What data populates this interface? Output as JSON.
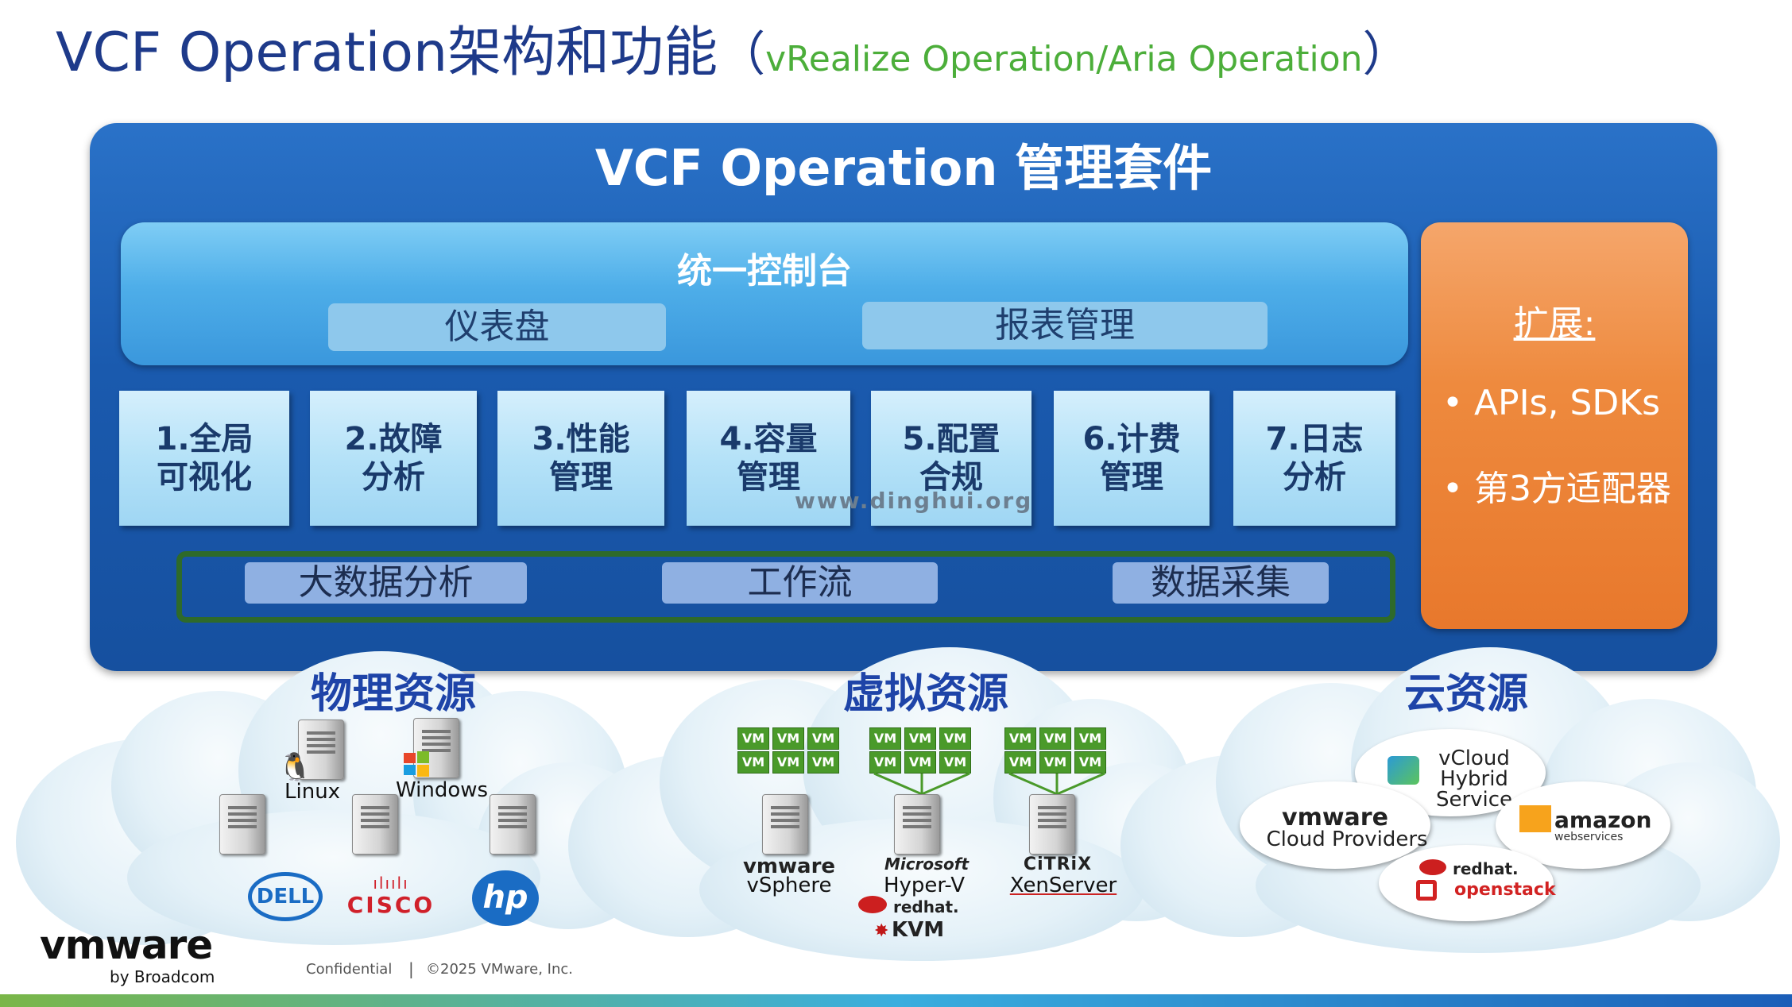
{
  "title": {
    "main": "VCF Operation架构和功能",
    "open_paren": "（",
    "subtitle": "vRealize Operation/Aria Operation",
    "close_paren": "）"
  },
  "suite": {
    "title": "VCF Operation 管理套件",
    "console": {
      "title": "统一控制台",
      "items": [
        "仪表盘",
        "报表管理"
      ]
    },
    "functions": [
      {
        "line1": "1.全局",
        "line2": "可视化"
      },
      {
        "line1": "2.故障",
        "line2": "分析"
      },
      {
        "line1": "3.性能",
        "line2": "管理"
      },
      {
        "line1": "4.容量",
        "line2": "管理"
      },
      {
        "line1": "5.配置",
        "line2": "合规"
      },
      {
        "line1": "6.计费",
        "line2": "管理"
      },
      {
        "line1": "7.日志",
        "line2": "分析"
      }
    ],
    "data_layer": [
      "大数据分析",
      "工作流",
      "数据采集"
    ],
    "watermark": "www.dinghui.org"
  },
  "extension": {
    "title": "扩展:",
    "items": [
      "• APIs, SDKs",
      "• 第3方适配器"
    ]
  },
  "clouds": {
    "physical": {
      "title": "物理资源",
      "os_labels": [
        "Linux",
        "Windows"
      ],
      "vendors": [
        "DELL",
        "CISCO",
        "hp"
      ]
    },
    "virtual": {
      "title": "虚拟资源",
      "vm_label": "VM",
      "hypervisors": [
        {
          "brand": "vmware",
          "product": "vSphere"
        },
        {
          "brand": "Microsoft",
          "product": "Hyper-V"
        },
        {
          "brand": "CiTRiX",
          "product": "XenServer"
        }
      ],
      "extra": [
        "redhat.",
        "KVM"
      ]
    },
    "cloud": {
      "title": "云资源",
      "providers": [
        {
          "line1": "vCloud",
          "line2": "Hybrid",
          "line3": "Service"
        },
        {
          "line1": "vmware",
          "line2": "Cloud Providers"
        },
        {
          "line1": "amazon",
          "line2": "webservices"
        },
        {
          "line1": "redhat.",
          "line2": "openstack"
        }
      ]
    }
  },
  "footer": {
    "logo": "vmware",
    "by": "by Broadcom",
    "confidential": "Confidential",
    "separator": "|",
    "copyright": "©2025 VMware, Inc."
  },
  "colors": {
    "title_blue": "#1e3a8a",
    "subtitle_green": "#4cae3a",
    "panel_blue": "#1a5aae",
    "console_blue": "#4eaee9",
    "extension_orange": "#ee8a3e",
    "data_border_green": "#2e6a2a",
    "cloud_title_blue": "#1e44a8"
  }
}
